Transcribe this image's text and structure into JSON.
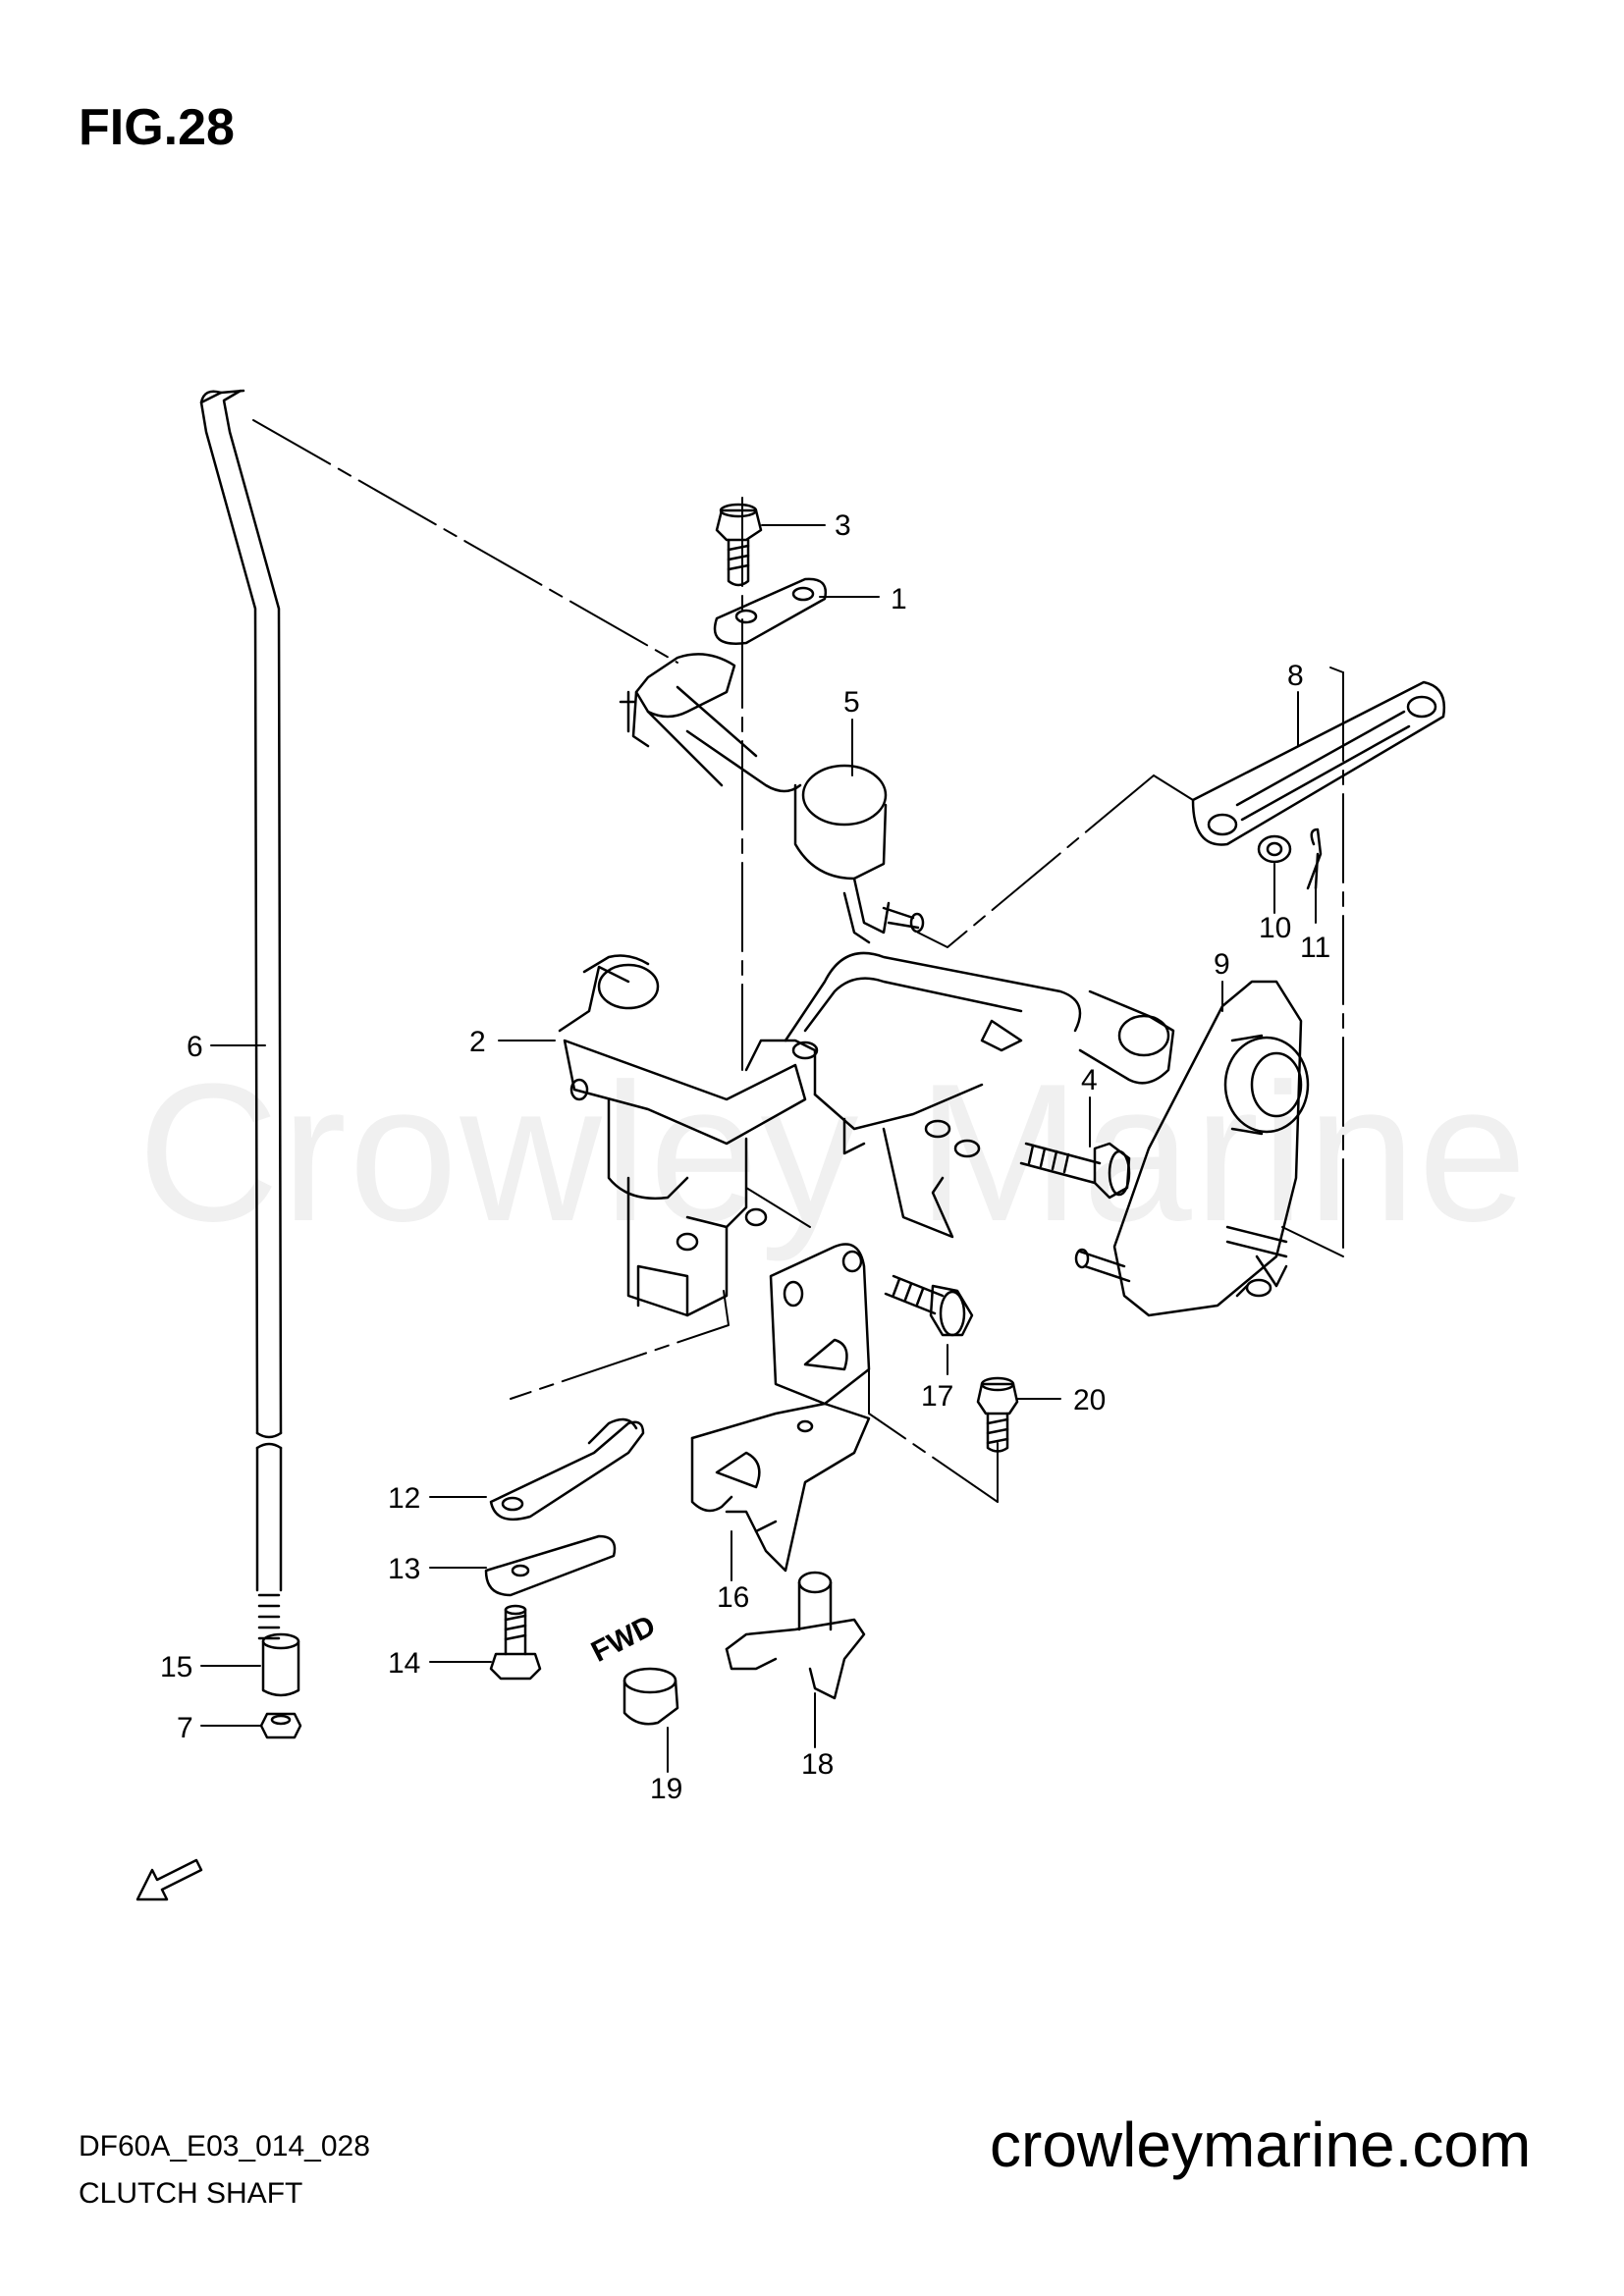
{
  "figure": {
    "title": "FIG.28",
    "code": "DF60A_E03_014_028",
    "caption": "CLUTCH SHAFT"
  },
  "watermark": "Crowley Marine",
  "site": "crowleymarine.com",
  "fwd_label": "FWD",
  "callouts": [
    "1",
    "2",
    "3",
    "4",
    "5",
    "6",
    "7",
    "8",
    "9",
    "10",
    "11",
    "12",
    "13",
    "14",
    "15",
    "16",
    "17",
    "18",
    "19",
    "20"
  ]
}
